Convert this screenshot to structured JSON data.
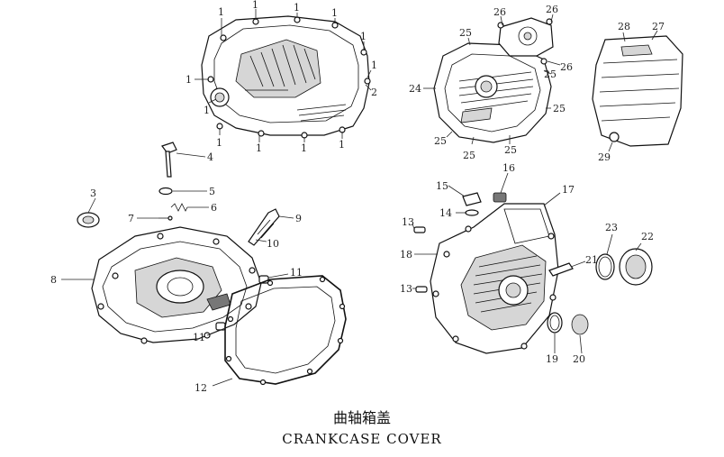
{
  "caption": {
    "chinese": "曲轴箱盖",
    "english": "CRANKCASE COVER"
  },
  "callouts": [
    "1",
    "1",
    "1",
    "1",
    "1",
    "1",
    "1",
    "1",
    "1",
    "1",
    "1",
    "1",
    "2",
    "3",
    "4",
    "5",
    "6",
    "7",
    "8",
    "9",
    "10",
    "11",
    "11",
    "12",
    "13",
    "13",
    "14",
    "15",
    "16",
    "17",
    "18",
    "19",
    "20",
    "21",
    "22",
    "23",
    "24",
    "25",
    "25",
    "25",
    "25",
    "25",
    "25",
    "26",
    "26",
    "26",
    "27",
    "28",
    "29"
  ]
}
